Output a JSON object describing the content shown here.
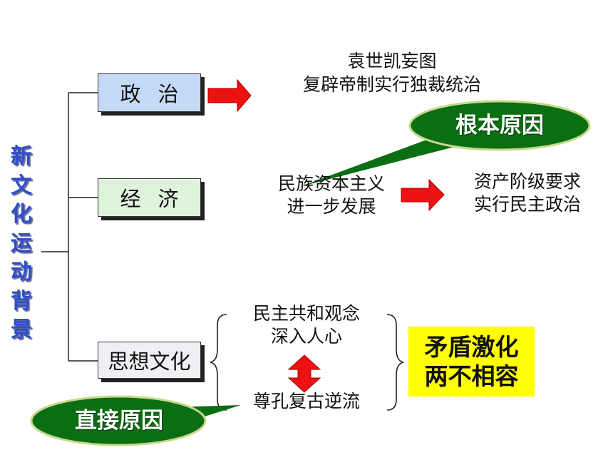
{
  "vertical_title": [
    "新",
    "文",
    "化",
    "运",
    "动",
    "背",
    "景"
  ],
  "categories": {
    "politics": "政治",
    "economy": "经济",
    "ideology": "思想文化"
  },
  "politics": {
    "line1": "袁世凯妄图",
    "line2": "复辟帝制实行独裁统治"
  },
  "economy": {
    "cause_line1": "民族资本主义",
    "cause_line2": "进一步发展",
    "result_line1": "资产阶级要求",
    "result_line2": "实行民主政治"
  },
  "ideology": {
    "democracy_line1": "民主共和观念",
    "democracy_line2": "深入人心",
    "conservative": "尊孔复古逆流"
  },
  "conflict": {
    "line1": "矛盾激化",
    "line2": "两不相容"
  },
  "callouts": {
    "root_cause": "根本原因",
    "direct_cause": "直接原因"
  },
  "colors": {
    "arrow_red": "#ee1111",
    "bubble_green": "#0a6e12",
    "highlight_yellow": "#ffff00",
    "title_blue": "#2f4fc8"
  }
}
